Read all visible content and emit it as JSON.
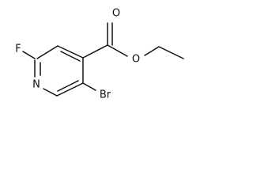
{
  "molecule": {
    "atoms": {
      "fluorine": "F",
      "nitrogen": "N",
      "bromine": "Br",
      "carbonyl_oxygen": "O",
      "ester_oxygen": "O"
    },
    "colors": {
      "bond": "#111111",
      "label": "#111111",
      "background": "#ffffff"
    }
  }
}
